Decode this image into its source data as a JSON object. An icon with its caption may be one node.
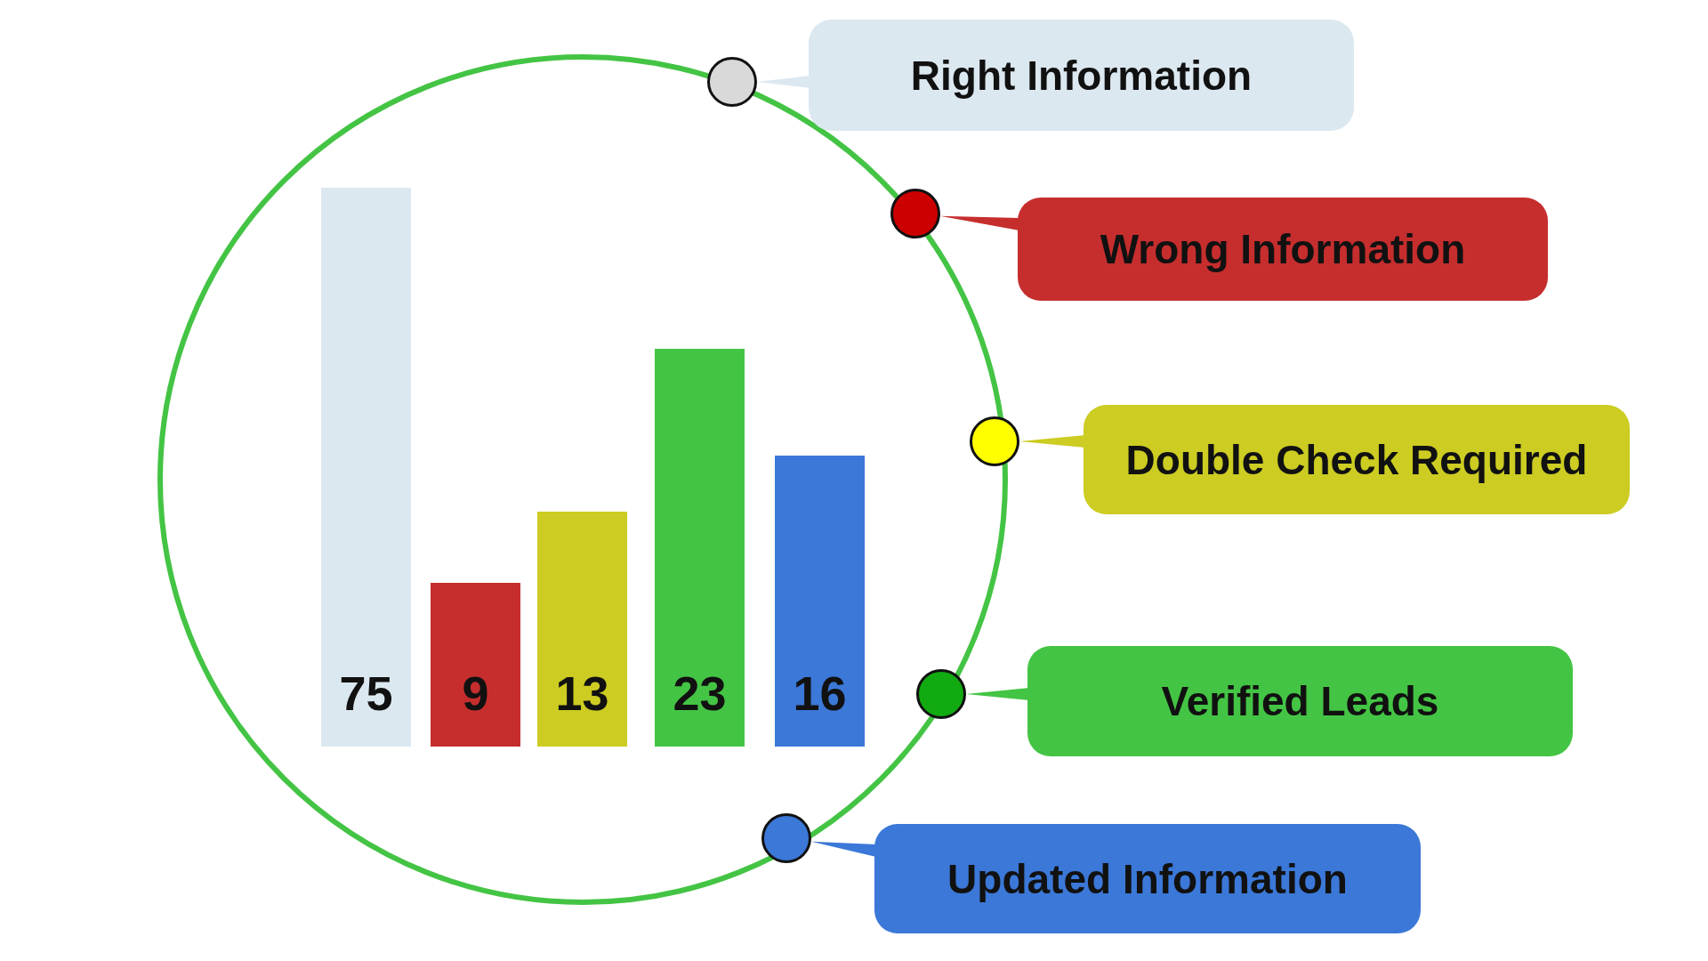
{
  "diagram": {
    "nodes": [
      {
        "text": [
          "Right Information"
        ]
      },
      {
        "text": [
          "Wrong Information"
        ]
      },
      {
        "text": [
          "Double Check Required"
        ]
      },
      {
        "text": [
          "Verified Leads"
        ]
      },
      {
        "text": [
          "Updated Information"
        ]
      },
      {
        "text": [],
        "shape": "circle"
      },
      {
        "text": [],
        "shape": "circle"
      },
      {
        "text": [],
        "shape": "circle"
      },
      {
        "text": [],
        "shape": "circle"
      },
      {
        "text": [],
        "shape": "circle"
      }
    ],
    "edges": [
      {
        "from": 0,
        "to": 5,
        "arrow": "none"
      },
      {
        "from": 1,
        "to": 6,
        "arrow": "none"
      },
      {
        "from": 2,
        "to": 7,
        "arrow": "none"
      },
      {
        "from": 3,
        "to": 8,
        "arrow": "none"
      },
      {
        "from": 4,
        "to": 9,
        "arrow": "none"
      }
    ],
    "labels": [
      "75",
      "9",
      "13",
      "23",
      "16"
    ]
  }
}
